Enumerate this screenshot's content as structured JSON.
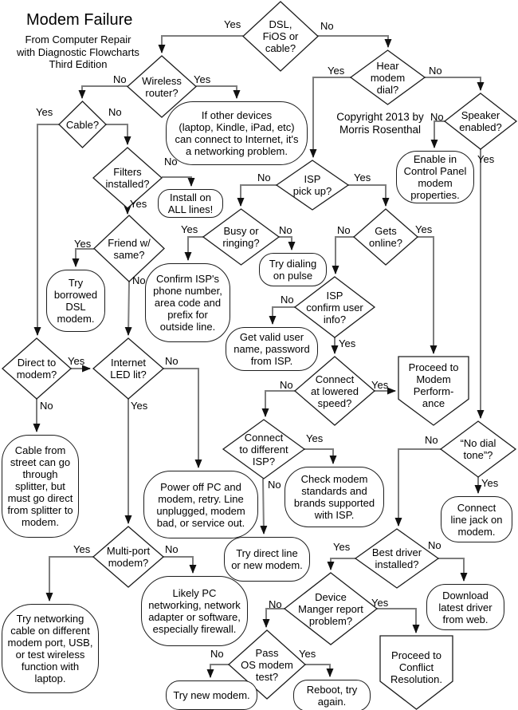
{
  "header": {
    "title": "Modem Failure",
    "subtitle": "From Computer Repair\nwith Diagnostic Flowcharts\nThird Edition",
    "copyright": "Copyright 2013 by\nMorris Rosenthal"
  },
  "colors": {
    "background": "#ffffff",
    "connector_line": "#7d7d7d",
    "arrowhead": "#111111",
    "shape_border": "#1c1c1c",
    "text": "#000000"
  },
  "nodes": {
    "dsl": {
      "text": "DSL,\nFiOS or\ncable?"
    },
    "wireless": {
      "text": "Wireless\nrouter?"
    },
    "cable": {
      "text": "Cable?"
    },
    "filters": {
      "text": "Filters\ninstalled?"
    },
    "friend": {
      "text": "Friend w/\nsame?"
    },
    "hear": {
      "text": "Hear\nmodem\ndial?"
    },
    "speaker": {
      "text": "Speaker\nenabled?"
    },
    "isp_pickup": {
      "text": "ISP\npick up?"
    },
    "busy": {
      "text": "Busy or\nringing?"
    },
    "gets_online": {
      "text": "Gets\nonline?"
    },
    "isp_confirm": {
      "text": "ISP\nconfirm user\ninfo?"
    },
    "connect_lowered": {
      "text": "Connect\nat lowered\nspeed?"
    },
    "no_dial": {
      "text": "“No dial\ntone”?"
    },
    "connect_diff": {
      "text": "Connect\nto different\nISP?"
    },
    "direct_modem": {
      "text": "Direct to\nmodem?"
    },
    "internet_led": {
      "text": "Internet\nLED lit?"
    },
    "multiport": {
      "text": "Multi-port\nmodem?"
    },
    "best_driver": {
      "text": "Best driver\ninstalled?"
    },
    "device_mgr": {
      "text": "Device\nManger report\nproblem?"
    },
    "pass_os": {
      "text": "Pass\nOS modem\ntest?"
    },
    "other_devices": {
      "text": "If other devices\n(laptop, Kindle, iPad, etc)\ncan connect to Internet, it's\na networking problem."
    },
    "install_all": {
      "text": "Install on\nALL lines!"
    },
    "try_borrowed": {
      "text": "Try\nborrowed\nDSL\nmodem."
    },
    "try_dialing": {
      "text": "Try dialing\non pulse"
    },
    "enable_cp": {
      "text": "Enable in\nControl Panel\nmodem\nproperties."
    },
    "confirm_isp": {
      "text": "Confirm ISP's\nphone number,\narea code and\nprefix for\noutside line."
    },
    "get_valid": {
      "text": "Get valid user\nname, password\nfrom ISP."
    },
    "cable_street": {
      "text": "Cable from\nstreet can go\nthrough\nsplitter, but\nmust go direct\nfrom splitter to\nmodem."
    },
    "power_off": {
      "text": "Power off PC and\nmodem, retry. Line\nunplugged, modem\nbad, or service out."
    },
    "try_direct": {
      "text": "Try direct line\nor new modem."
    },
    "check_modem": {
      "text": "Check modem\nstandards and\nbrands supported\nwith ISP."
    },
    "connect_jack": {
      "text": "Connect\nline jack on\nmodem."
    },
    "download_drv": {
      "text": "Download\nlatest driver\nfrom web."
    },
    "likely_pc": {
      "text": "Likely PC\nnetworking, network\nadapter or software,\nespecially firewall."
    },
    "try_networking": {
      "text": "Try networking\ncable on different\nmodem port, USB,\nor test wireless\nfunction with\nlaptop."
    },
    "try_new": {
      "text": "Try new modem."
    },
    "reboot": {
      "text": "Reboot, try\nagain."
    },
    "proceed_perf": {
      "text": "Proceed to\nModem\nPerform-\nance"
    },
    "proceed_conflict": {
      "text": "Proceed to\nConflict\nResolution."
    }
  },
  "edge_labels": {
    "dsl_yes": "Yes",
    "dsl_no": "No",
    "wireless_no": "No",
    "wireless_yes": "Yes",
    "cable_yes": "Yes",
    "cable_no": "No",
    "filters_no": "No",
    "filters_yes": "Yes",
    "friend_yes": "Yes",
    "friend_no": "No",
    "hear_yes": "Yes",
    "hear_no": "No",
    "speaker_no": "No",
    "speaker_yes": "Yes",
    "isp_no": "No",
    "isp_yes": "Yes",
    "busy_yes": "Yes",
    "busy_no": "No",
    "gets_no": "No",
    "gets_yes": "Yes",
    "conf_no": "No",
    "conf_yes": "Yes",
    "low_no": "No",
    "low_yes": "Yes",
    "diff_yes": "Yes",
    "diff_no": "No",
    "nodial_no": "No",
    "nodial_yes": "Yes",
    "direct_yes": "Yes",
    "direct_no": "No",
    "led_no": "No",
    "led_yes": "Yes",
    "multi_yes": "Yes",
    "multi_no": "No",
    "best_yes": "Yes",
    "best_no": "No",
    "dev_no": "No",
    "dev_yes": "Yes",
    "pass_no": "No",
    "pass_yes": "Yes"
  }
}
